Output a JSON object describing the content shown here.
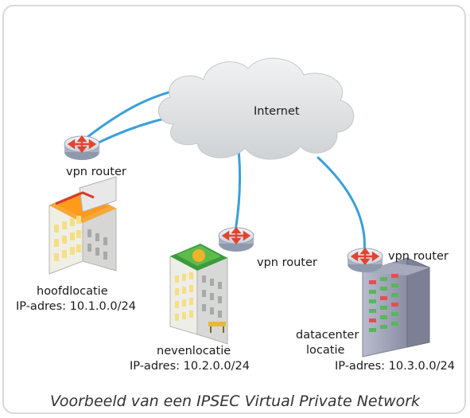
{
  "cloud": {
    "label": "Internet"
  },
  "routers": {
    "main": {
      "label": "vpn router"
    },
    "branch": {
      "label": "vpn router"
    },
    "datacenter": {
      "label": "vpn router"
    }
  },
  "sites": {
    "main": {
      "name": "hoofdlocatie",
      "ip": "IP-adres: 10.1.0.0/24"
    },
    "branch": {
      "name": "nevenlocatie",
      "ip": "IP-adres: 10.2.0.0/24"
    },
    "datacenter": {
      "name_line1": "datacenter",
      "name_line2": "locatie",
      "ip": "IP-adres: 10.3.0.0/24"
    }
  },
  "caption": "Voorbeeld van een IPSEC Virtual Private Network",
  "colors": {
    "link": "#3aa0d8",
    "cloud": "#e4e6e8",
    "router_body": "#d8dde6",
    "router_arrow": "#e0452e"
  }
}
